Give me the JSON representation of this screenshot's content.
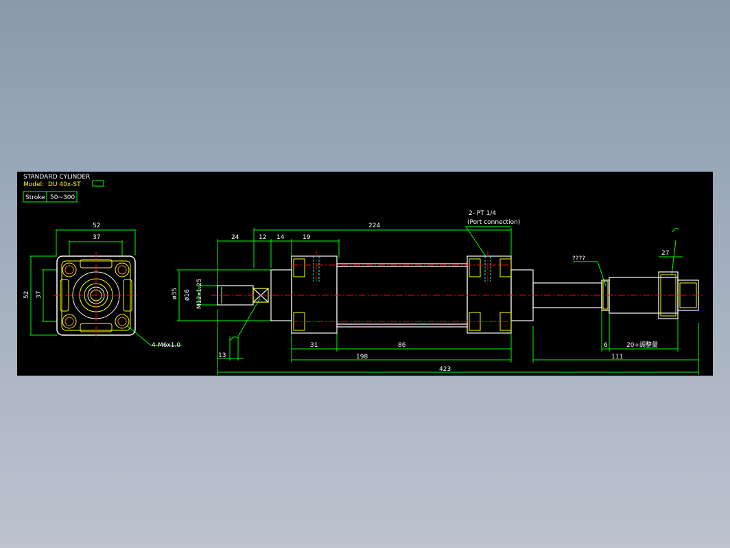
{
  "title_block": {
    "title": "STANDARD CYLINDER",
    "model_label": "Model:",
    "model_value": "DU 40x-ST",
    "stroke_label": "Stroke",
    "stroke_value": "50~300"
  },
  "end_view": {
    "width_dim": "52",
    "bolt_pitch_h": "37",
    "height_dim": "52",
    "bolt_pitch_v": "37",
    "thread_callout": "4-M6x1.0"
  },
  "side_view": {
    "port_note": "2- PT 1/4",
    "port_note_sub": "(Port connection)",
    "dims": {
      "d224": "224",
      "d24": "24",
      "d12": "12",
      "d14": "14",
      "d19": "19",
      "d35": "ø35",
      "d16": "ø16",
      "thread": "M12x1.25",
      "d13": "13",
      "d31": "31",
      "d86": "86",
      "d198": "198",
      "d423": "423",
      "d6": "6",
      "d20": "20+調整量",
      "d111": "111",
      "d27": "27",
      "unknown": "????"
    }
  },
  "colors": {
    "background": "#000000",
    "outline": "#ffffff",
    "dimension": "#00ff00",
    "centerline": "#ff0000",
    "hidden": "#00ffff",
    "detail": "#ffff00"
  }
}
